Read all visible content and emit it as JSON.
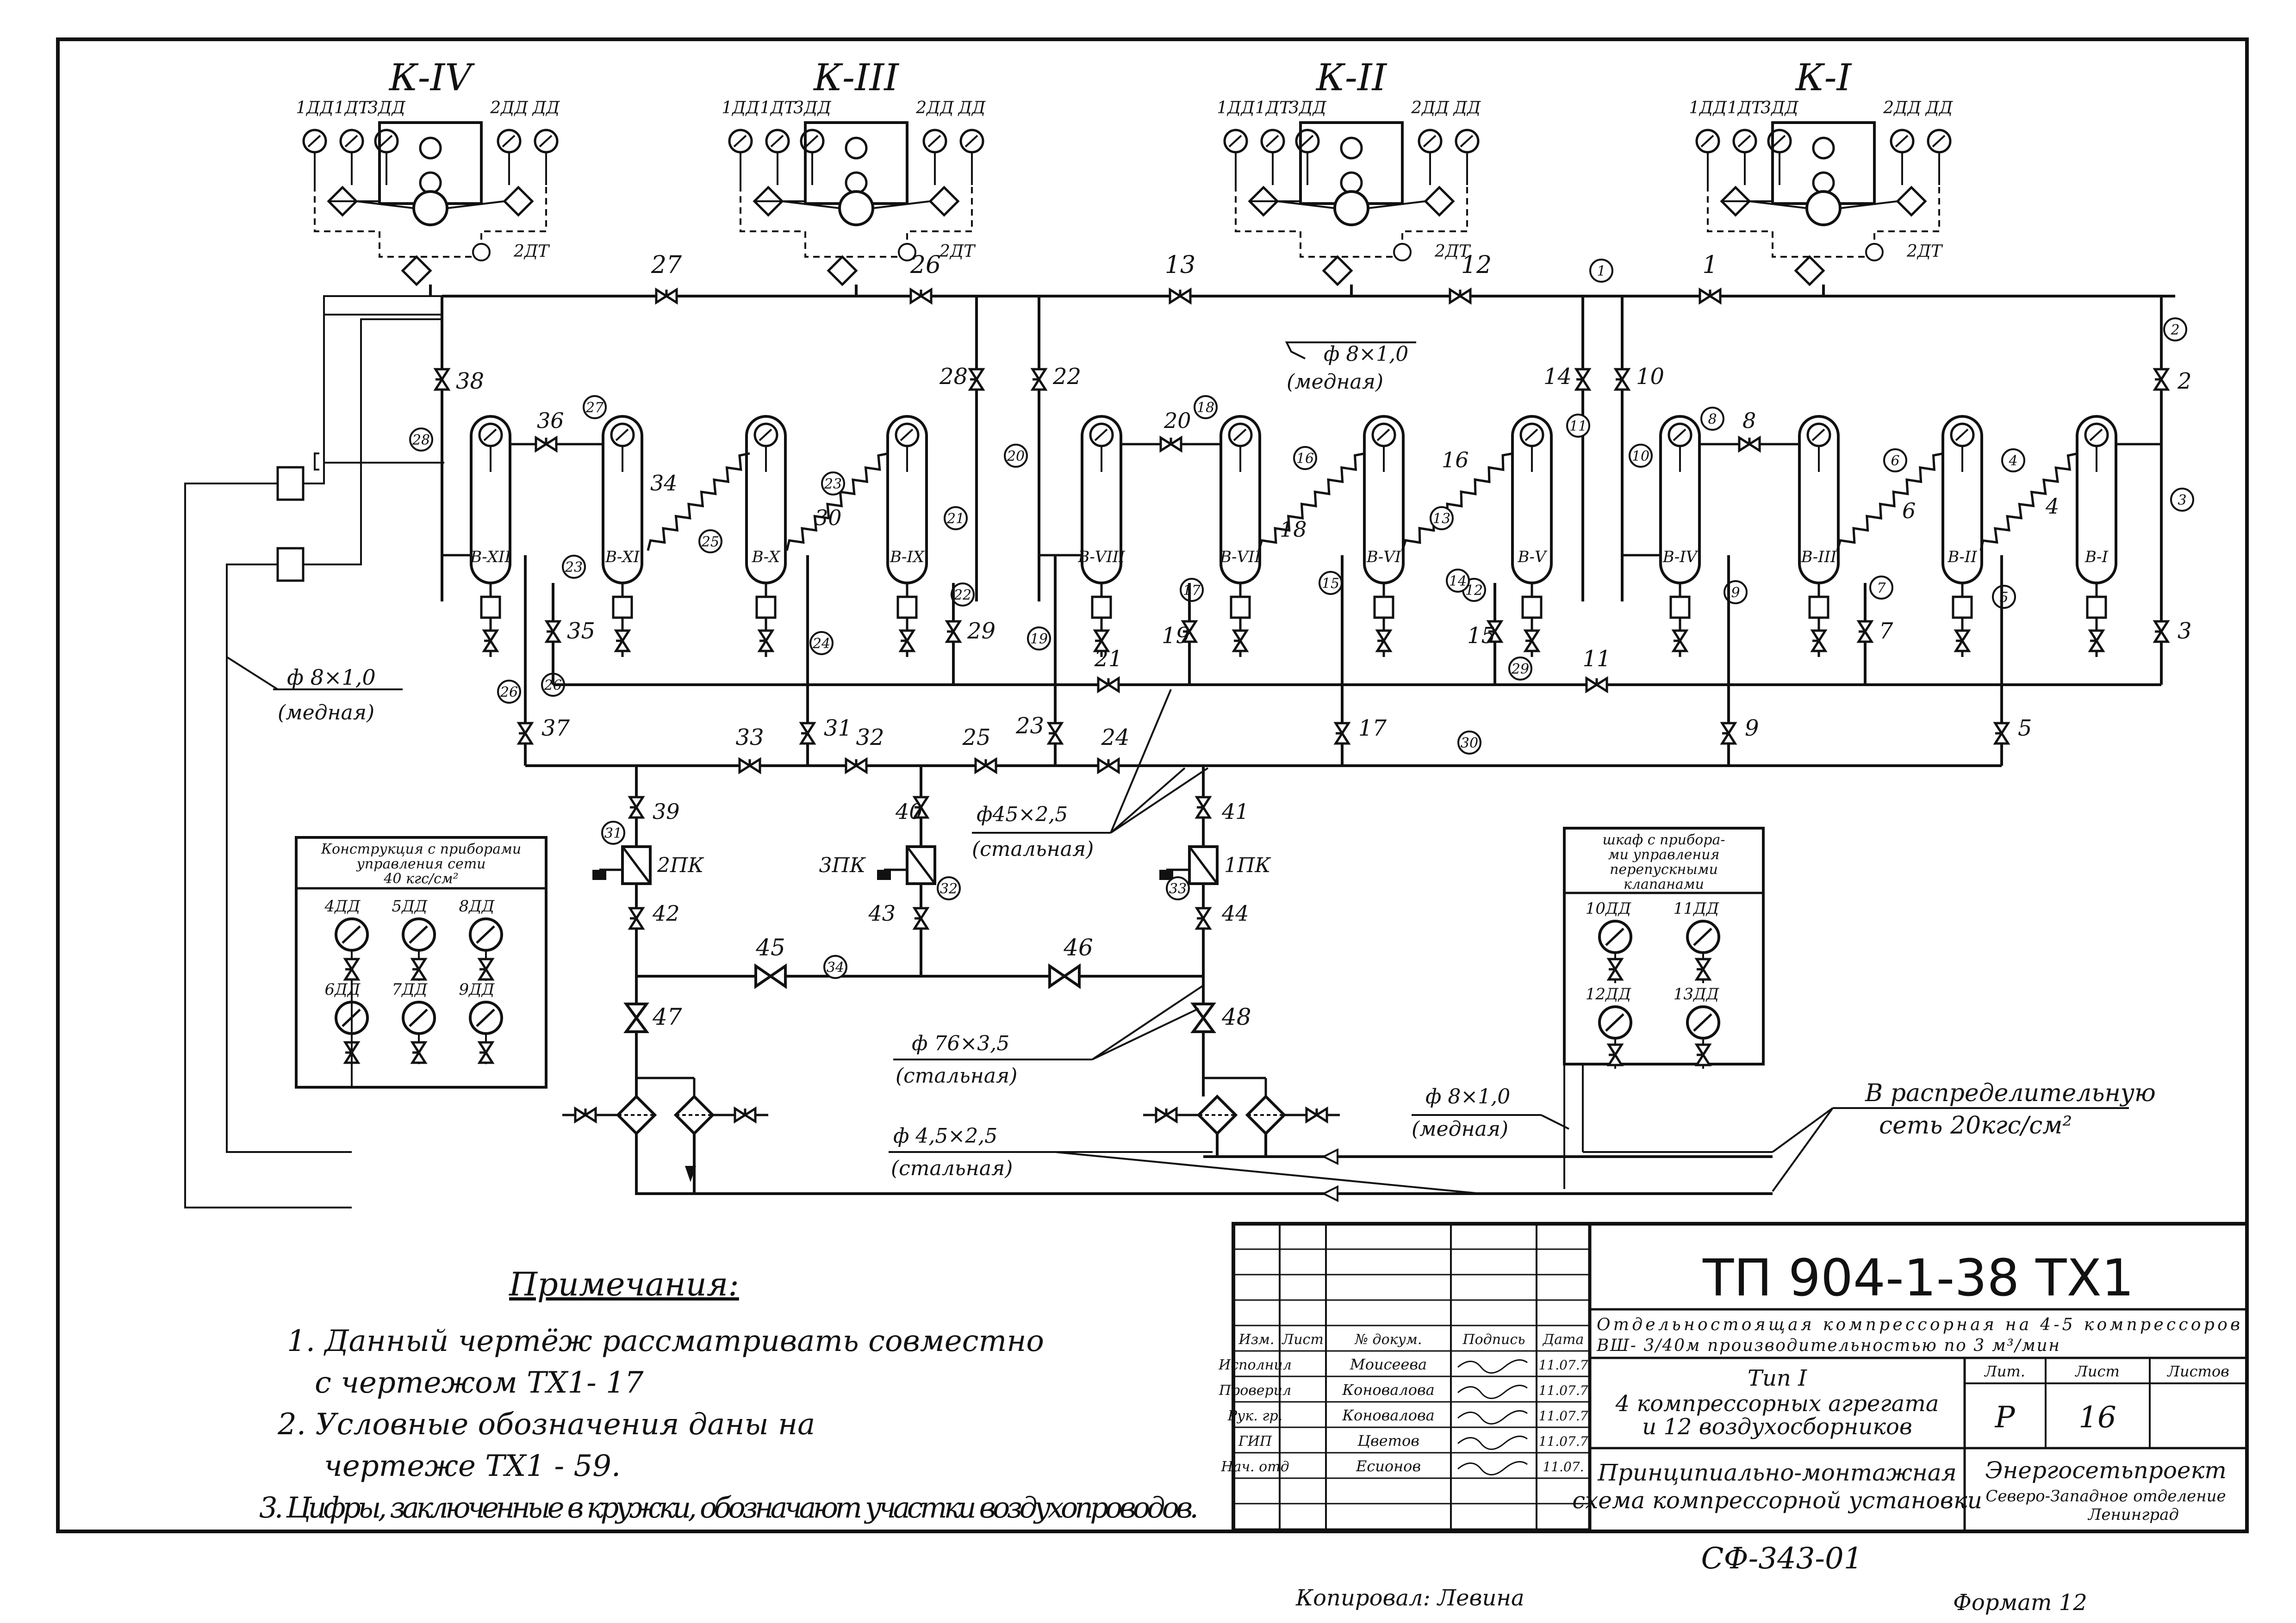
{
  "compressors": [
    {
      "id": "k4",
      "title": "К-IV",
      "instr": [
        "1ДД",
        "1ДТ",
        "3ДД",
        "2ДД",
        "ДД"
      ],
      "t2": "2ДТ"
    },
    {
      "id": "k3",
      "title": "К-III",
      "instr": [
        "1ДД",
        "1ДТ",
        "3ДД",
        "2ДД",
        "ДД"
      ],
      "t2": "2ДТ"
    },
    {
      "id": "k2",
      "title": "К-II",
      "instr": [
        "1ДД",
        "1ДТ",
        "3ДД",
        "2ДД",
        "ДД"
      ],
      "t2": "2ДТ"
    },
    {
      "id": "k1",
      "title": "К-I",
      "instr": [
        "1ДД",
        "1ДТ",
        "3ДД",
        "2ДД",
        "ДД"
      ],
      "t2": "2ДТ"
    }
  ],
  "receivers": [
    "В-XII",
    "В-XI",
    "В-X",
    "В-IX",
    "В-VIII",
    "В-VII",
    "В-VI",
    "В-V",
    "В-IV",
    "В-III",
    "В-II",
    "В-I"
  ],
  "valve_numbers": {
    "header": [
      "27",
      "26",
      "13",
      "12",
      "1"
    ],
    "drops": [
      "38",
      "28",
      "22",
      "14",
      "10",
      "2"
    ],
    "inter": [
      "36",
      "34",
      "30",
      "20",
      "18",
      "16",
      "8",
      "6",
      "4"
    ],
    "drains": [
      "35",
      "29",
      "19",
      "15",
      "7",
      "3"
    ],
    "collector": [
      "21",
      "11"
    ],
    "lower": [
      "37",
      "31",
      "23",
      "17",
      "9",
      "5"
    ],
    "main": [
      "33",
      "32",
      "25",
      "24"
    ],
    "safety": [
      "39",
      "40",
      "41",
      "42",
      "43",
      "44",
      "45",
      "46",
      "47",
      "48"
    ]
  },
  "sections": [
    "1",
    "2",
    "3",
    "4",
    "5",
    "6",
    "7",
    "8",
    "9",
    "10",
    "11",
    "12",
    "13",
    "14",
    "15",
    "16",
    "17",
    "18",
    "19",
    "20",
    "21",
    "22",
    "23",
    "24",
    "25",
    "26",
    "27",
    "28",
    "29",
    "30",
    "31",
    "32",
    "33",
    "34"
  ],
  "safety_valves": [
    "2ПК",
    "3ПК",
    "1ПК"
  ],
  "pipe_labels": {
    "copper_top": "ф 8×1,0",
    "copper_top_note": "(медная)",
    "copper_left": "ф 8×1,0",
    "copper_left_note": "(медная)",
    "steel_45_top": "ф45×2,5",
    "steel_45_top_note": "(стальная)",
    "steel_76": "ф 76×3,5",
    "steel_76_note": "(стальная)",
    "steel_45_bottom": "ф 4,5×2,5",
    "steel_45_bottom_note": "(стальная)",
    "copper_bottom": "ф 8×1,0",
    "copper_bottom_note": "(медная)"
  },
  "network": {
    "line1": "В распределительную",
    "line2": "сеть 20кгс/см²"
  },
  "panel_left": {
    "title": [
      "Конструкция с приборами",
      "управления сети",
      "40 кгс/см²"
    ],
    "gauges": [
      "4ДД",
      "5ДД",
      "8ДД",
      "6ДД",
      "7ДД",
      "9ДД"
    ]
  },
  "panel_right": {
    "title": [
      "шкаф с прибора-",
      "ми управления",
      "перепускными",
      "клапанами"
    ],
    "gauges": [
      "10ДД",
      "11ДД",
      "12ДД",
      "13ДД"
    ]
  },
  "notes": {
    "heading": "Примечания:",
    "items": [
      "1. Данный чертёж рассматривать совместно",
      "с чертежом ТХ1- 17",
      "2. Условные обозначения даны на",
      "чертеже ТХ1 - 59.",
      "3. Цифры, заключенные в кружки, обозначают участки воздухопроводов."
    ]
  },
  "title_block": {
    "code": "ТП 904-1-38 ТХ1",
    "desc1": "Отдельностоящая компрессорная на 4-5 компрессоров",
    "desc2": "ВШ- 3/40м производительностью по 3 м³/мин",
    "type1": "Тип I",
    "type2": "4 компрессорных агрегата",
    "type3": "и 12 воздухосборников",
    "name1": "Принципиально-монтажная",
    "name2": "схема компрессорной установки",
    "org1": "Энергосетьпроект",
    "org2": "Северо-Западное отделение",
    "org3": "Ленинград",
    "col_headers": [
      "Изм.",
      "Лист",
      "№ докум.",
      "Подпись",
      "Дата"
    ],
    "lit_label": "Лит.",
    "lit_value": "Р",
    "sheet_label": "Лист",
    "sheet_value": "16",
    "sheets_label": "Листов",
    "staff": [
      {
        "role": "Исполнил",
        "name": "Моисеева",
        "date": "11.07.7"
      },
      {
        "role": "Проверил",
        "name": "Коновалова",
        "date": "11.07.7"
      },
      {
        "role": "Рук. гр.",
        "name": "Коновалова",
        "date": "11.07.7"
      },
      {
        "role": "ГИП",
        "name": "Цветов",
        "date": "11.07.7"
      },
      {
        "role": "Нач. отд",
        "name": "Есионов",
        "date": "11.07."
      }
    ]
  },
  "stamp_code": "СФ-343-01",
  "copied": "Копировал: Левина",
  "format": "Формат 12"
}
